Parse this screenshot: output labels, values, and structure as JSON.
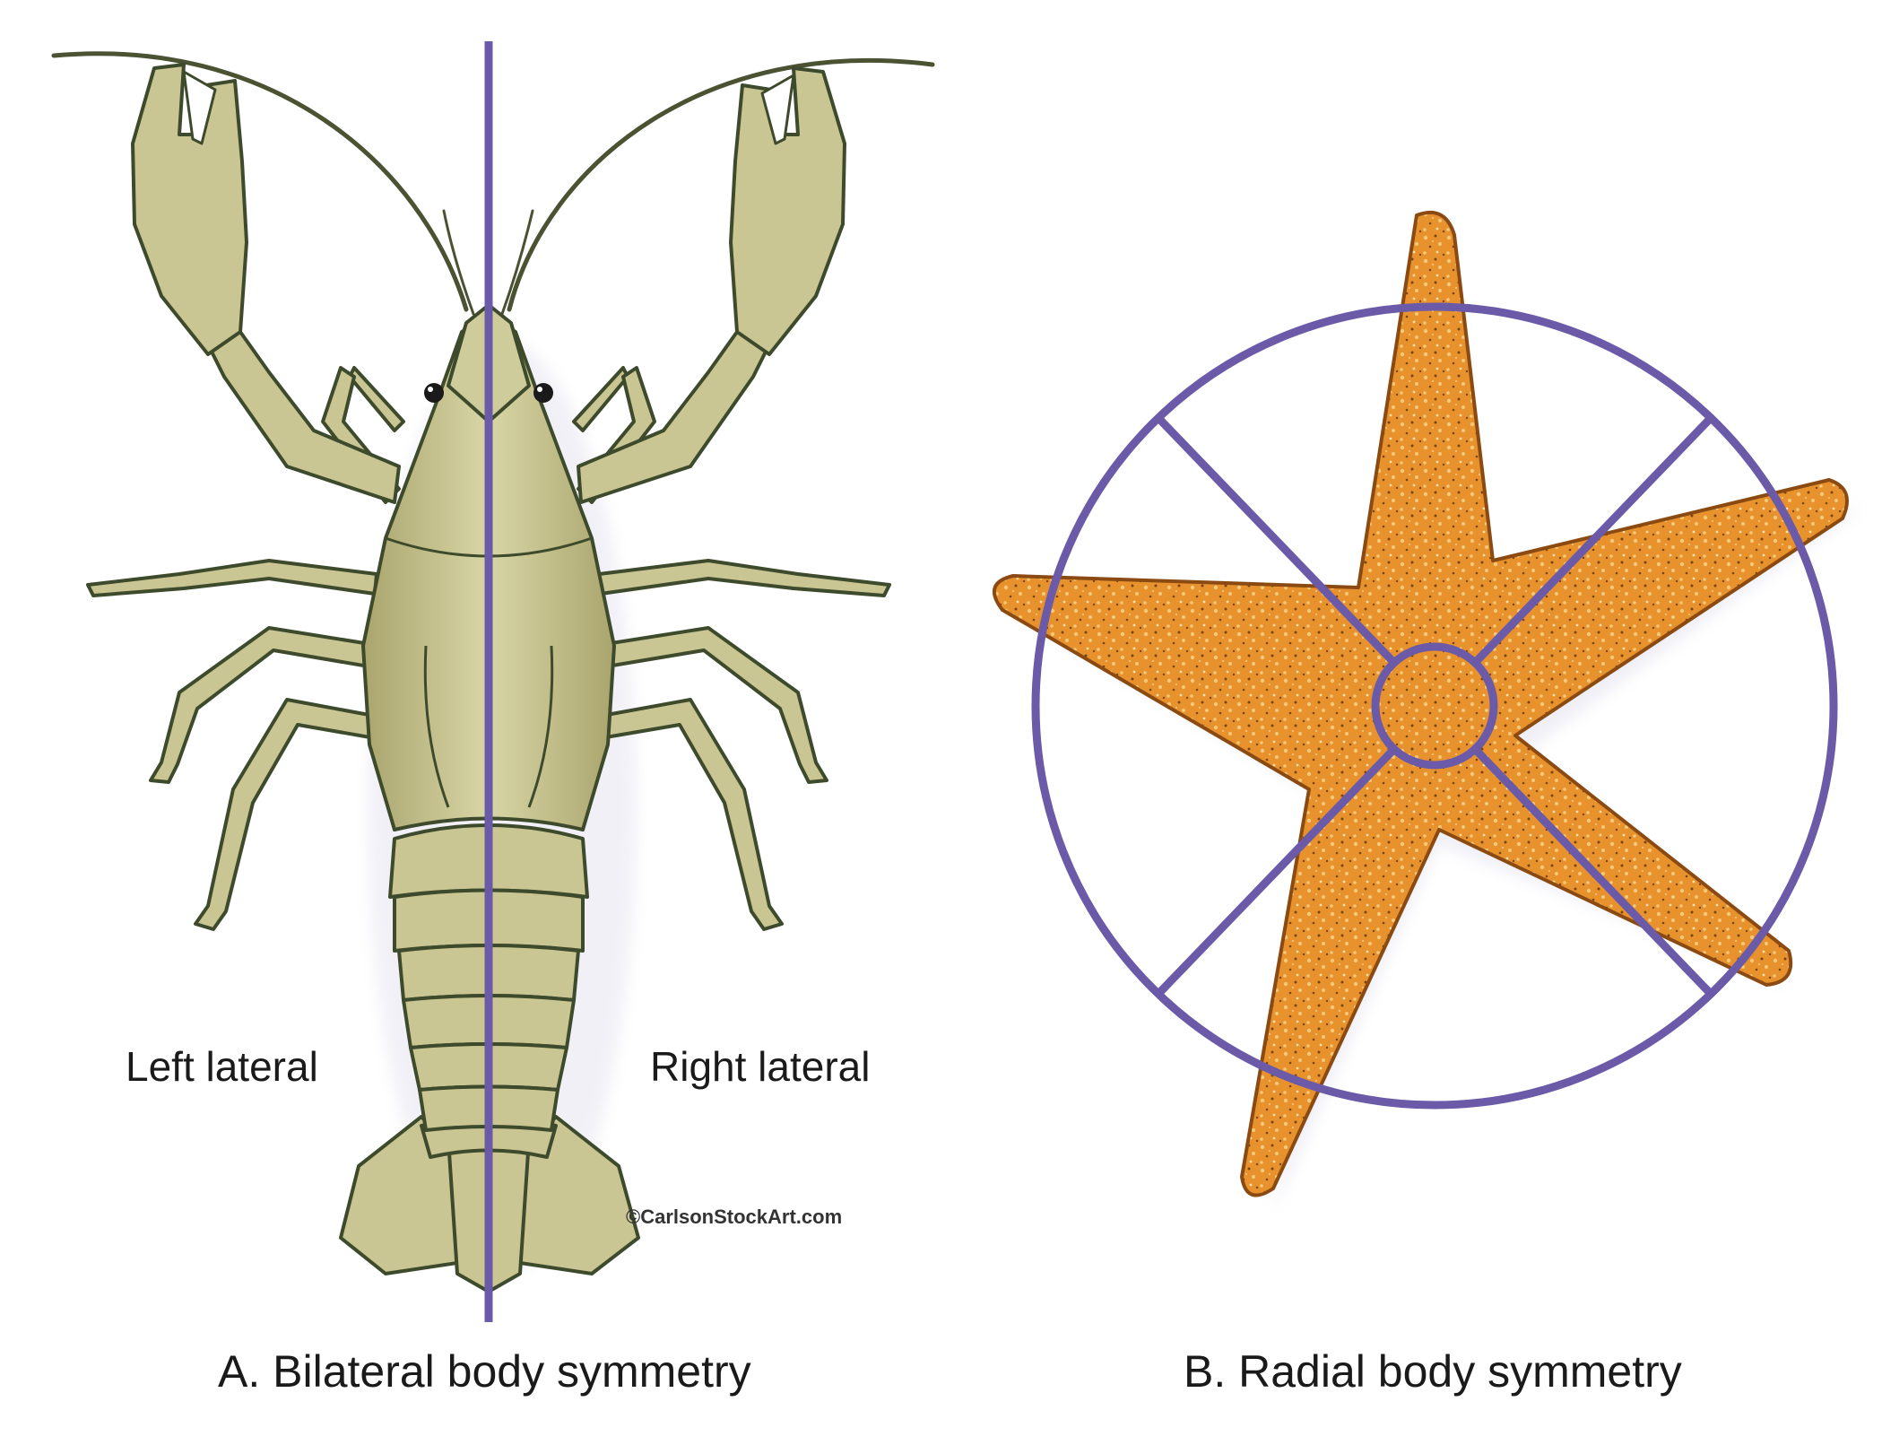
{
  "labels": {
    "left_lateral": "Left lateral",
    "right_lateral": "Right lateral",
    "caption_a": "A. Bilateral body symmetry",
    "caption_b": "B. Radial body symmetry",
    "copyright": "©CarlsonStockArt.com"
  },
  "colors": {
    "symmetry_line": "#6a5aa8",
    "crayfish_body": "#c9c694",
    "crayfish_outline": "#3e4a2c",
    "starfish_body": "#e8922e",
    "starfish_speckle": "#f6c878",
    "starfish_outline": "#8a4a12"
  },
  "figures": [
    {
      "panel": "A",
      "subject": "crayfish",
      "symmetry": "bilateral",
      "planes": 1
    },
    {
      "panel": "B",
      "subject": "starfish",
      "symmetry": "radial",
      "arms": 5,
      "planes": 2
    }
  ]
}
